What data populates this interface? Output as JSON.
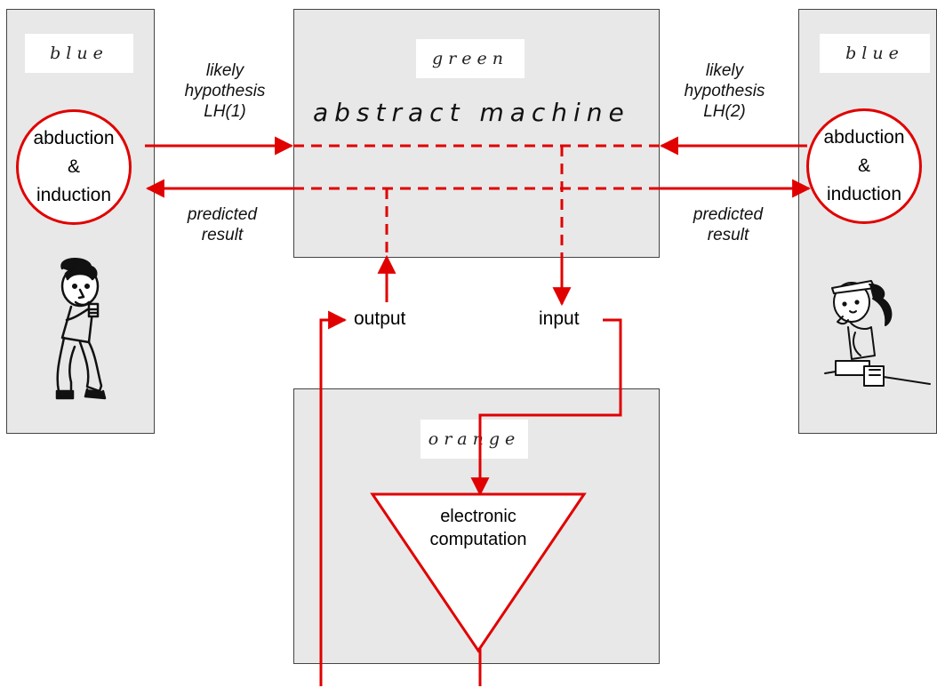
{
  "left_panel": {
    "tag": "blue",
    "circle_line1": "abduction",
    "circle_line2": "&",
    "circle_line3": "induction",
    "figure": "man-figure"
  },
  "right_panel": {
    "tag": "blue",
    "circle_line1": "abduction",
    "circle_line2": "&",
    "circle_line3": "induction",
    "figure": "woman-figure"
  },
  "center_panel": {
    "tag": "green",
    "title": "abstract machine"
  },
  "bottom_panel": {
    "tag": "orange",
    "triangle_line1": "electronic",
    "triangle_line2": "computation"
  },
  "labels": {
    "left_hypothesis_1": "likely",
    "left_hypothesis_2": "hypothesis",
    "left_hypothesis_3": "LH(1)",
    "right_hypothesis_1": "likely",
    "right_hypothesis_2": "hypothesis",
    "right_hypothesis_3": "LH(2)",
    "left_predicted_1": "predicted",
    "left_predicted_2": "result",
    "right_predicted_1": "predicted",
    "right_predicted_2": "result",
    "output": "output",
    "input": "input"
  },
  "colors": {
    "arrow": "#e00000",
    "panel": "#e8e8e8"
  }
}
